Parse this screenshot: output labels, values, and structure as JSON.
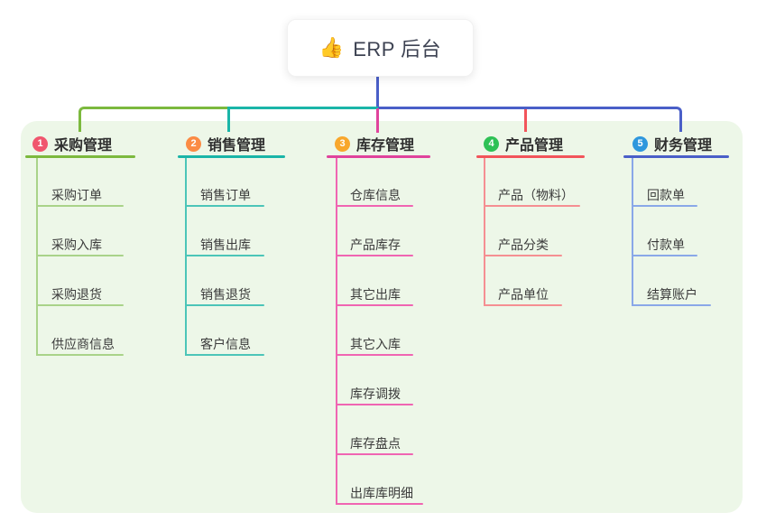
{
  "root": {
    "icon": "👍",
    "label": "ERP 后台"
  },
  "branches": [
    {
      "num": "1",
      "label": "采购管理",
      "children": [
        "采购订单",
        "采购入库",
        "采购退货",
        "供应商信息"
      ]
    },
    {
      "num": "2",
      "label": "销售管理",
      "children": [
        "销售订单",
        "销售出库",
        "销售退货",
        "客户信息"
      ]
    },
    {
      "num": "3",
      "label": "库存管理",
      "children": [
        "仓库信息",
        "产品库存",
        "其它出库",
        "其它入库",
        "库存调拨",
        "库存盘点",
        "出库库明细"
      ]
    },
    {
      "num": "4",
      "label": "产品管理",
      "children": [
        "产品（物料）",
        "产品分类",
        "产品单位"
      ]
    },
    {
      "num": "5",
      "label": "财务管理",
      "children": [
        "回款单",
        "付款单",
        "结算账户"
      ]
    }
  ],
  "colors": {
    "panel_bg": "#edf7e8",
    "blue": "#4a5fc8",
    "teal": "#1ab5a8",
    "green": "#7cb93e",
    "magenta": "#e0439c",
    "red": "#f2545b",
    "light_green": "#a9d389",
    "light_teal": "#4cc5b8",
    "pink": "#f065b2",
    "salmon": "#f58f92",
    "light_blue": "#8aa8e8",
    "badge_1": "#f0566e",
    "badge_2": "#fb8b44",
    "badge_3": "#f8a72c",
    "badge_4": "#2ec155",
    "badge_5": "#2e97dd"
  }
}
